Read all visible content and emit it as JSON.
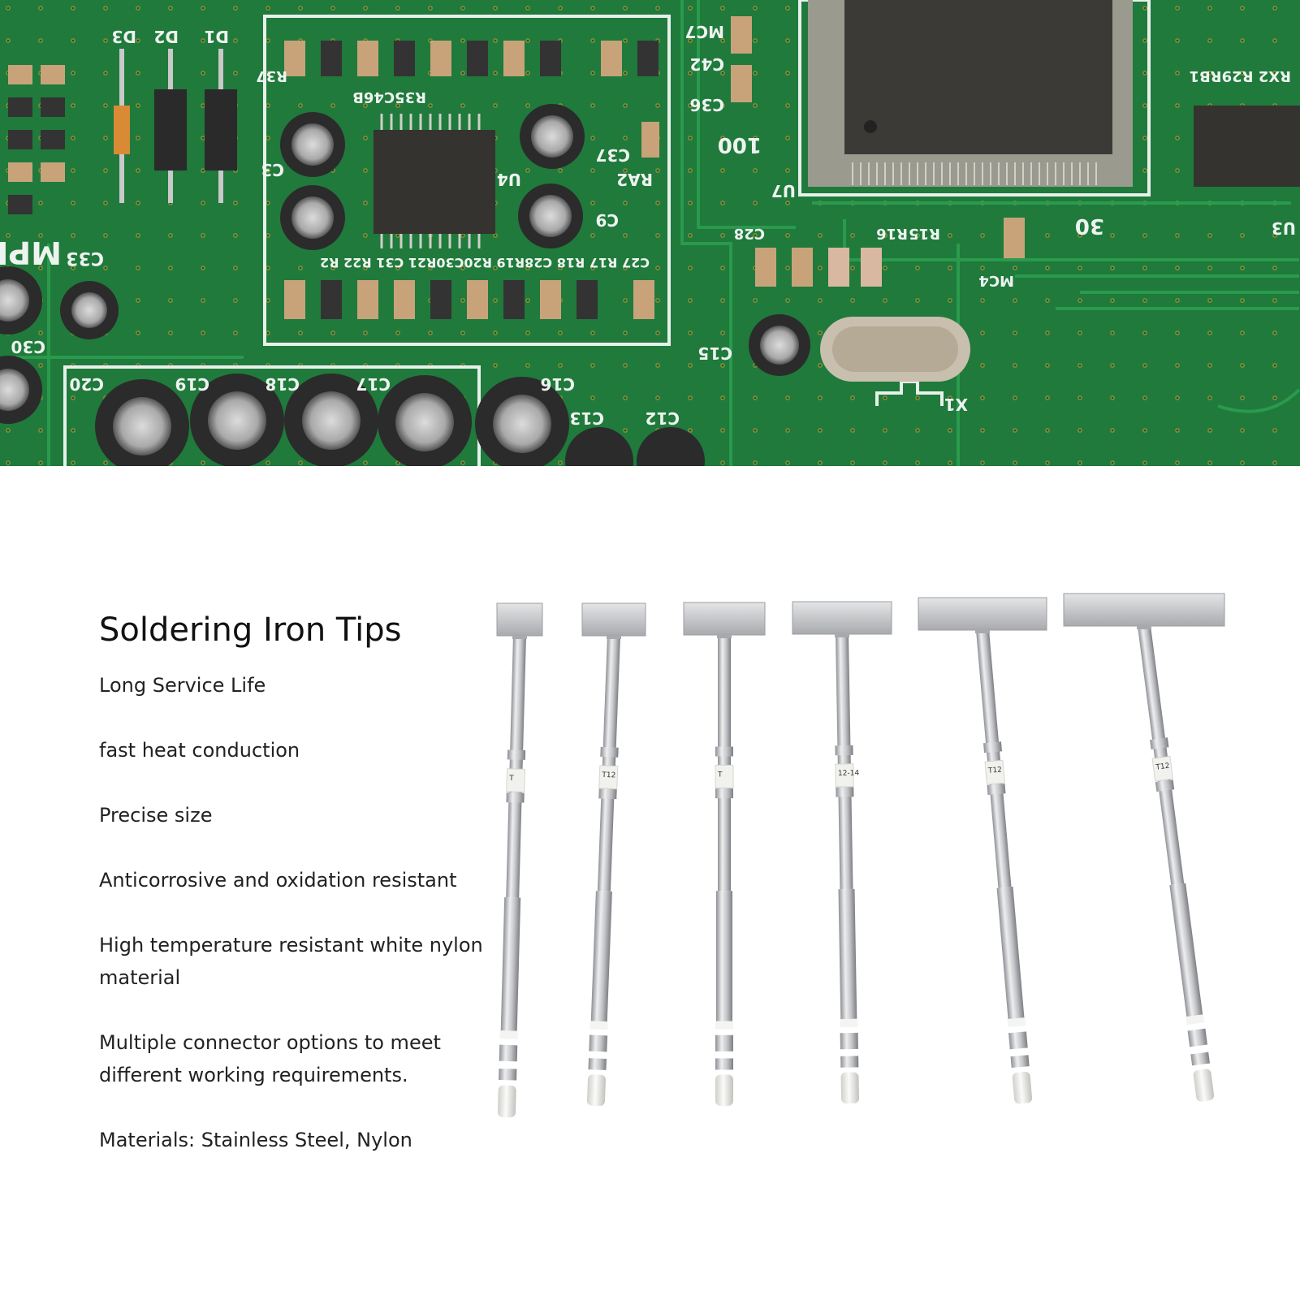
{
  "banner": {
    "alt": "circuit board photo",
    "board_color": "#1f7a3c",
    "labels": [
      "C33",
      "C20",
      "C19",
      "C18",
      "C17",
      "C16",
      "C13",
      "C12",
      "C15",
      "X1",
      "U4",
      "U7",
      "C37",
      "C9",
      "C3",
      "RA2",
      "R37",
      "C36",
      "C42",
      "MC7",
      "D3",
      "D2",
      "D1",
      "MPE",
      "C30",
      "MC4",
      "R15",
      "R16",
      "C28",
      "100",
      "30",
      "U3",
      "RX2 R29RB1",
      "R35C46B",
      "C27 R17 R18 C28R19 R20C30R21 C31 R22 R2"
    ]
  },
  "product": {
    "title": "Soldering Iron Tips",
    "features": [
      "Long Service Life",
      "fast heat conduction",
      "Precise size",
      "Anticorrosive and oxidation resistant",
      "High temperature resistant white nylon material",
      "Multiple connector options to meet different working requirements.",
      "Materials: Stainless Steel, Nylon"
    ]
  },
  "tips": {
    "count": 6,
    "metal_color": "#c7c9cc",
    "sleeve_color": "#f2f2f0",
    "labels": [
      "T",
      "T12",
      "T",
      "12-14",
      "T12",
      "T12"
    ]
  }
}
